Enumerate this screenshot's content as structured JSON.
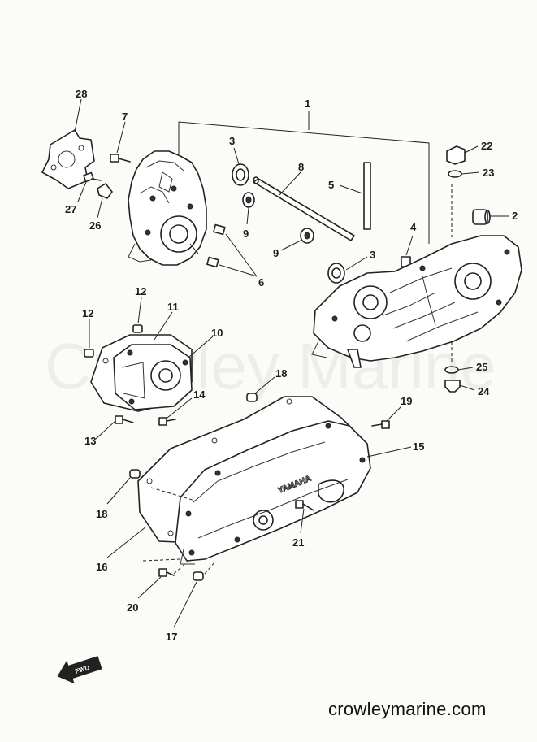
{
  "watermark": "Crowley Marine",
  "site_url": "crowleymarine.com",
  "fwd_arrow_label": "FWD",
  "cover_logo_text": "YAMAHA",
  "callouts": [
    {
      "id": "1",
      "text": "1"
    },
    {
      "id": "2",
      "text": "2"
    },
    {
      "id": "3a",
      "text": "3"
    },
    {
      "id": "3b",
      "text": "3"
    },
    {
      "id": "4",
      "text": "4"
    },
    {
      "id": "5",
      "text": "5"
    },
    {
      "id": "6",
      "text": "6"
    },
    {
      "id": "7",
      "text": "7"
    },
    {
      "id": "8",
      "text": "8"
    },
    {
      "id": "9a",
      "text": "9"
    },
    {
      "id": "9b",
      "text": "9"
    },
    {
      "id": "10",
      "text": "10"
    },
    {
      "id": "11",
      "text": "11"
    },
    {
      "id": "12a",
      "text": "12"
    },
    {
      "id": "12b",
      "text": "12"
    },
    {
      "id": "13",
      "text": "13"
    },
    {
      "id": "14",
      "text": "14"
    },
    {
      "id": "15",
      "text": "15"
    },
    {
      "id": "16",
      "text": "16"
    },
    {
      "id": "17",
      "text": "17"
    },
    {
      "id": "18a",
      "text": "18"
    },
    {
      "id": "18b",
      "text": "18"
    },
    {
      "id": "19",
      "text": "19"
    },
    {
      "id": "20",
      "text": "20"
    },
    {
      "id": "21",
      "text": "21"
    },
    {
      "id": "22",
      "text": "22"
    },
    {
      "id": "23",
      "text": "23"
    },
    {
      "id": "24",
      "text": "24"
    },
    {
      "id": "25",
      "text": "25"
    },
    {
      "id": "26",
      "text": "26"
    },
    {
      "id": "27",
      "text": "27"
    },
    {
      "id": "28",
      "text": "28"
    }
  ]
}
